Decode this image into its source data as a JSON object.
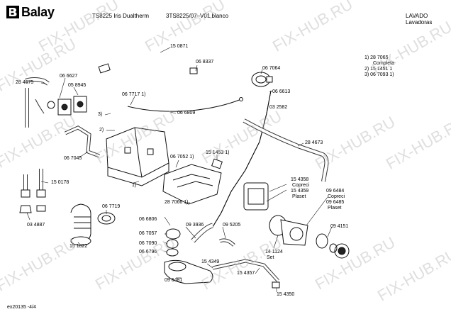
{
  "header": {
    "brand": "Balay",
    "model": "TS8225 Iris Dualtherm",
    "doc_ref": "3TS8225/07–V01,blanco",
    "section": "LAVADO",
    "section_sub": "Lavadoras"
  },
  "footer": {
    "page_code": "ex20135 -4/4"
  },
  "watermark": "FIX-HUB.RU",
  "notes": {
    "n1a": "1) 28 7065",
    "n1b": "Completa",
    "n2": "2) 15 1451 1",
    "n3": "3) 06 7093 1)"
  },
  "labels": {
    "p150871": "15 0871",
    "p068337": "06 8337",
    "p067064": "06 7064",
    "p284675": "28 4675",
    "p066627": "06 6627",
    "p058945": "05 8945",
    "p0677171": "06 7717 1)",
    "p066613": "06 6613",
    "p032582": "03 2582",
    "p066809": "06 6809",
    "p3": "3)",
    "p2": "2)",
    "p284673": "28 4673",
    "p067045": "06 7045",
    "p0670521": "06 7052 1)",
    "p1514531": "15 1453 1)",
    "p150178": "15 0178",
    "p1": "1)",
    "p2870661": "28 7066 1)",
    "p154358": "15 4358",
    "p_copreci1": "Copreci",
    "p154359": "15 4359",
    "p_plaset1": "Plaset",
    "p096484": "09 6484",
    "p_copreci2": "Copreci",
    "p096485": "09 6485",
    "p_plaset2": "Plaset",
    "p034887": "03 4887",
    "p067719": "06 7719",
    "p066806": "06 6806",
    "p093936": "09 3936",
    "p095205": "09 5205",
    "p094151": "09 4151",
    "p151822": "15 1822",
    "p067057": "06 7057",
    "p067090": "06 7090",
    "p066796": "06 6796",
    "p141124": "14 1124",
    "p_set": "Set",
    "p154349": "15 4349",
    "p154357": "15 4357",
    "p096481": "09 6481",
    "p154350": "15 4350"
  }
}
